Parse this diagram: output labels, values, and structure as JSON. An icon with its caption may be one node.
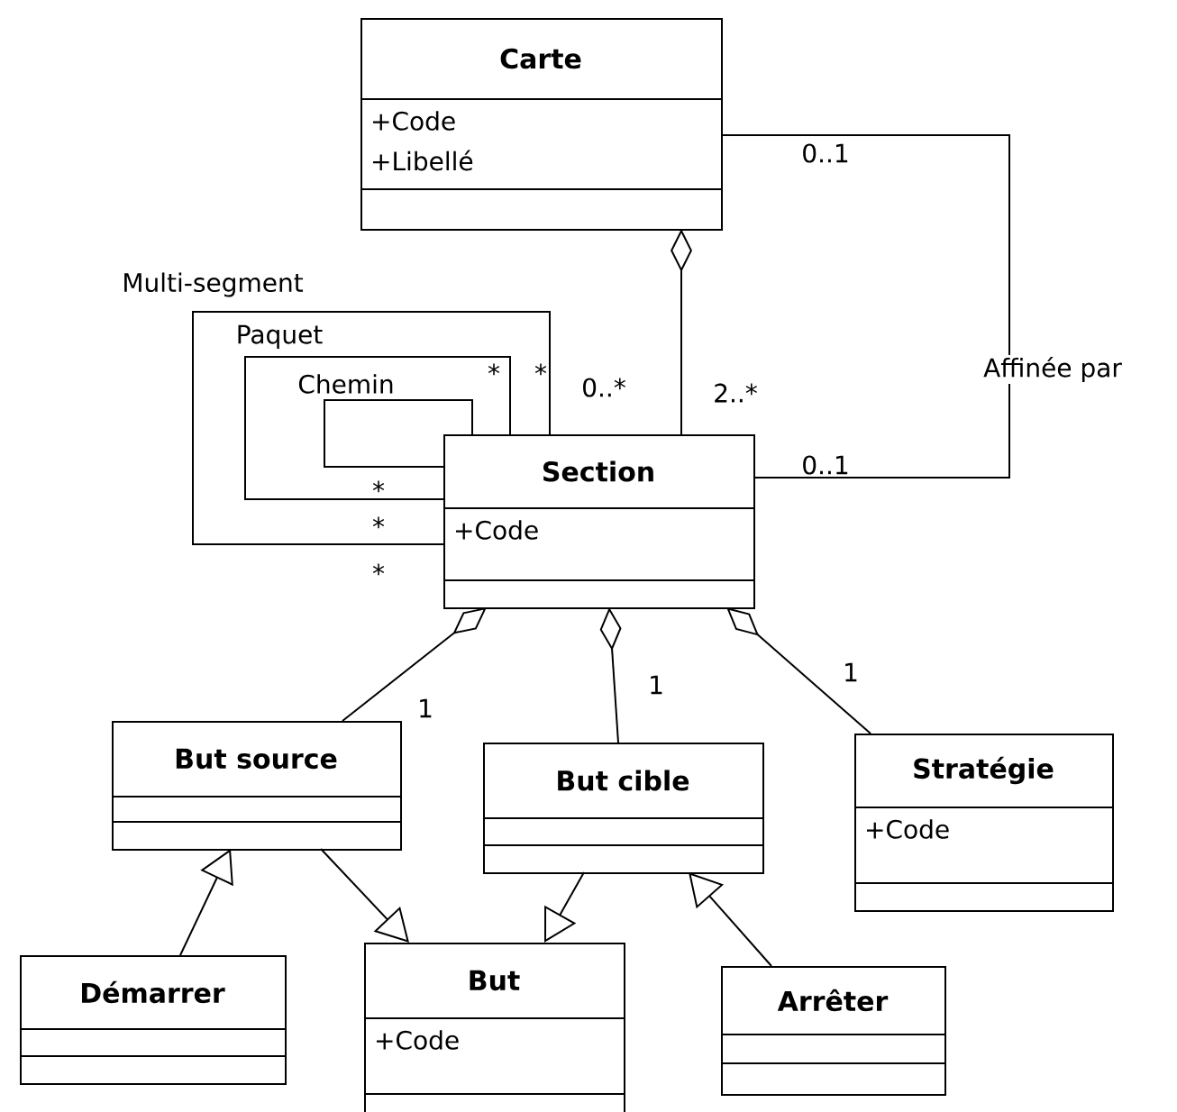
{
  "diagram": {
    "nodes": [
      {
        "text": [
          "Carte",
          "+Code",
          "+Libellé"
        ]
      },
      {
        "text": [
          "Section",
          "+Code"
        ]
      },
      {
        "text": [
          "But source"
        ]
      },
      {
        "text": [
          "But cible"
        ]
      },
      {
        "text": [
          "Stratégie",
          "+Code"
        ]
      },
      {
        "text": [
          "Démarrer"
        ]
      },
      {
        "text": [
          "But",
          "+Code"
        ]
      },
      {
        "text": [
          "Arrêter"
        ]
      }
    ],
    "edges": [
      {
        "from": 0,
        "to": 1,
        "arrow": "other"
      },
      {
        "from": 1,
        "to": 0,
        "arrow": "none",
        "label": "Affinée par"
      },
      {
        "from": 1,
        "to": 1,
        "arrow": "none",
        "label": "Multi-segment"
      },
      {
        "from": 1,
        "to": 1,
        "arrow": "none",
        "label": "Paquet"
      },
      {
        "from": 1,
        "to": 1,
        "arrow": "none",
        "label": "Chemin"
      },
      {
        "from": 1,
        "to": 2,
        "arrow": "other"
      },
      {
        "from": 1,
        "to": 3,
        "arrow": "other"
      },
      {
        "from": 1,
        "to": 4,
        "arrow": "other"
      },
      {
        "from": 5,
        "to": 2,
        "arrow": "to"
      },
      {
        "from": 2,
        "to": 6,
        "arrow": "to"
      },
      {
        "from": 3,
        "to": 6,
        "arrow": "to"
      },
      {
        "from": 7,
        "to": 3,
        "arrow": "to"
      }
    ],
    "labels": [
      "0..1",
      "*",
      "*",
      "0..*",
      "2..*",
      "0..1",
      "*",
      "*",
      "*",
      "1",
      "1",
      "1"
    ]
  }
}
